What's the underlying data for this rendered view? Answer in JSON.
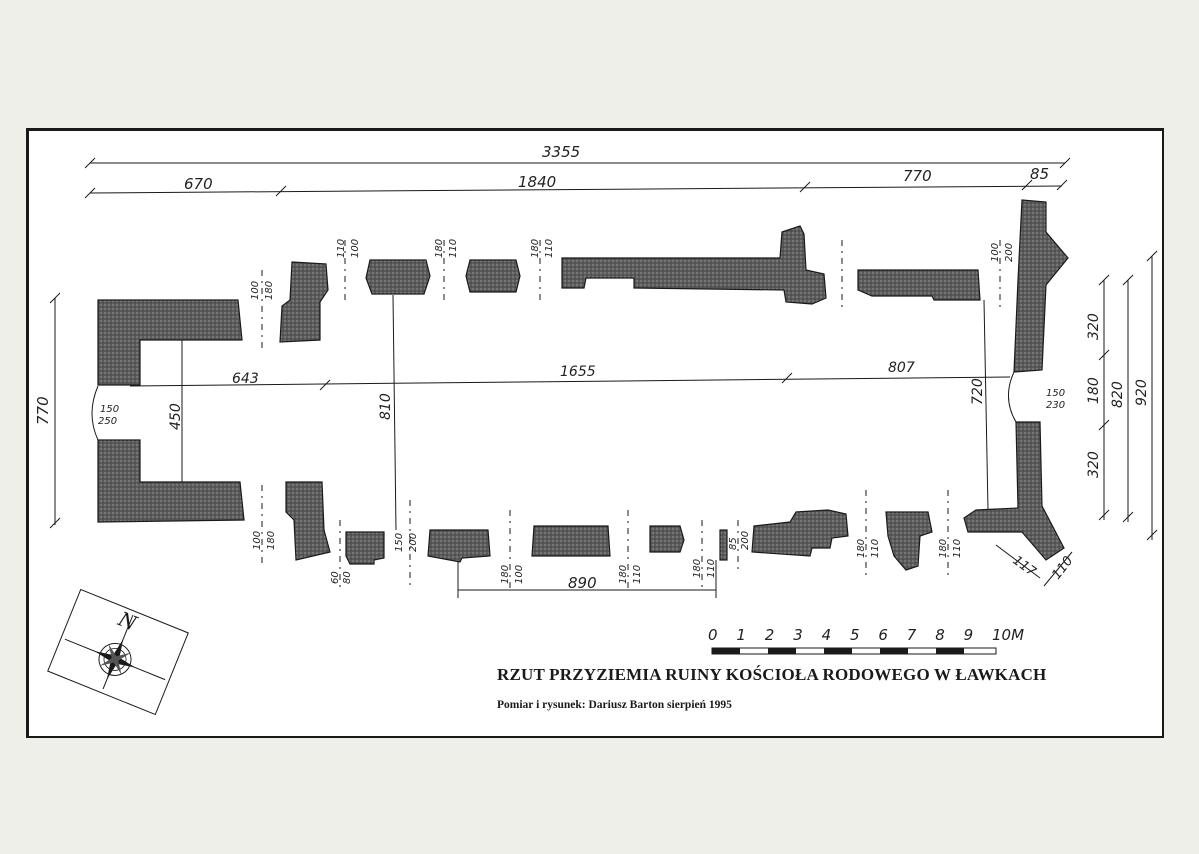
{
  "title": "RZUT PRZYZIEMIA RUINY KOŚCIOŁA RODOWEGO W ŁAWKACH",
  "subtitle": "Pomiar i rysunek: Dariusz Barton sierpień 1995",
  "dimensions": {
    "total_length": "3355",
    "top_segments": [
      "670",
      "1840",
      "770",
      "85"
    ],
    "inner_segments": [
      "643",
      "1655",
      "807"
    ],
    "left_height": "770",
    "left_opening_top": "150",
    "left_opening_bottom": "250",
    "left_inner_width": "450",
    "nave_width": "810",
    "chancel_inner_width": "720",
    "right_opening_top": "150",
    "right_opening_bottom": "230",
    "right_segments": [
      "320",
      "180",
      "320"
    ],
    "right_total_inner": "820",
    "right_total": "920",
    "bottom_span": "890",
    "corner_117": "117",
    "corner_110": "110",
    "top_openings": [
      {
        "a": "100",
        "b": "180"
      },
      {
        "a": "110",
        "b": "100"
      },
      {
        "a": "180",
        "b": "110"
      },
      {
        "a": "180",
        "b": "110"
      },
      {
        "a": "100",
        "b": "200"
      }
    ],
    "bottom_openings": [
      {
        "a": "100",
        "b": "180"
      },
      {
        "a": "60",
        "b": "80"
      },
      {
        "a": "150",
        "b": "200"
      },
      {
        "a": "180",
        "b": "100"
      },
      {
        "a": "180",
        "b": "110"
      },
      {
        "a": "180",
        "b": "110"
      },
      {
        "a": "85",
        "b": "200"
      },
      {
        "a": "180",
        "b": "110"
      },
      {
        "a": "180",
        "b": "110"
      }
    ]
  },
  "scale": {
    "ticks": [
      "0",
      "1",
      "2",
      "3",
      "4",
      "5",
      "6",
      "7",
      "8",
      "9",
      "10M"
    ]
  },
  "compass": {
    "north_label": "N"
  }
}
